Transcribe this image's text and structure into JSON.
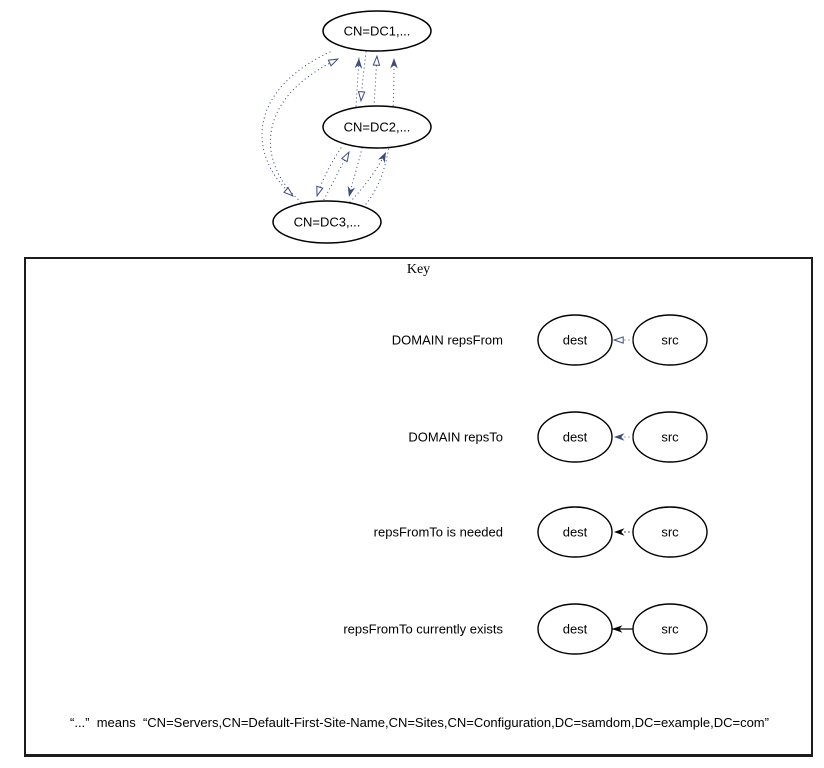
{
  "graph": {
    "nodes": [
      {
        "id": "dc1",
        "label": "CN=DC1,..."
      },
      {
        "id": "dc2",
        "label": "CN=DC2,..."
      },
      {
        "id": "dc3",
        "label": "CN=DC3,..."
      }
    ],
    "edges": [
      {
        "from": "dc2",
        "to": "dc1",
        "type": "DOMAIN repsFrom"
      },
      {
        "from": "dc1",
        "to": "dc2",
        "type": "DOMAIN repsFrom"
      },
      {
        "from": "dc3",
        "to": "dc1",
        "type": "DOMAIN repsFrom"
      },
      {
        "from": "dc1",
        "to": "dc3",
        "type": "DOMAIN repsFrom"
      },
      {
        "from": "dc3",
        "to": "dc2",
        "type": "DOMAIN repsFrom"
      },
      {
        "from": "dc2",
        "to": "dc3",
        "type": "DOMAIN repsFrom"
      },
      {
        "from": "dc2",
        "to": "dc1",
        "type": "DOMAIN repsTo"
      },
      {
        "from": "dc3",
        "to": "dc1",
        "type": "DOMAIN repsTo"
      },
      {
        "from": "dc3",
        "to": "dc2",
        "type": "DOMAIN repsTo"
      },
      {
        "from": "dc2",
        "to": "dc3",
        "type": "DOMAIN repsTo"
      }
    ]
  },
  "key": {
    "title": "Key",
    "rows": [
      {
        "label": "DOMAIN repsFrom",
        "dest": "dest",
        "src": "src",
        "arrow": "hollow-navy-dotted"
      },
      {
        "label": "DOMAIN repsTo",
        "dest": "dest",
        "src": "src",
        "arrow": "filled-navy-dotted"
      },
      {
        "label": "repsFromTo is needed",
        "dest": "dest",
        "src": "src",
        "arrow": "filled-black-dotted"
      },
      {
        "label": "repsFromTo currently exists",
        "dest": "dest",
        "src": "src",
        "arrow": "filled-black-solid"
      }
    ],
    "note": "“...”  means  “CN=Servers,CN=Default-First-Site-Name,CN=Sites,CN=Configuration,DC=samdom,DC=example,DC=com”"
  },
  "colors": {
    "navy": "#3d4c7e",
    "node_stroke": "#000000",
    "box_border": "#1c1c1c"
  }
}
